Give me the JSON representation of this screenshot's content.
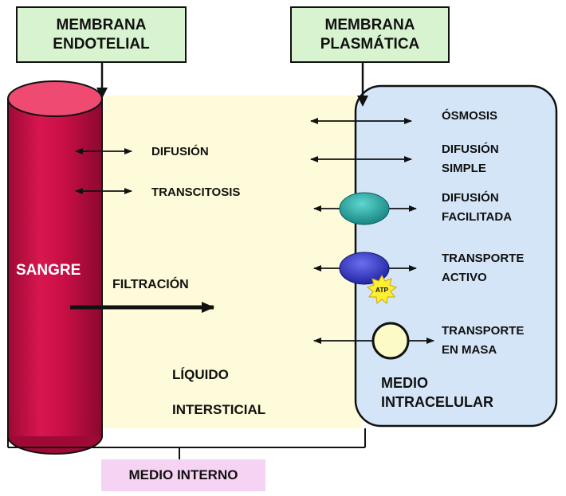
{
  "colors": {
    "membrane_box_bg": "#d8f3d0",
    "interstitial_bg": "#fdfbd9",
    "cell_bg": "#d3e5f7",
    "blood_vessel": "#cc0f45",
    "blood_vessel_top": "#ee4a72",
    "facilitated_carrier": "#1fa3a0",
    "active_pump": "#2b2ec9",
    "atp_burst": "#ffee33",
    "vesicle": "#fcfbc8",
    "medio_interno_bg": "#f6d2f3"
  },
  "membranes": {
    "endothelial": [
      "MEMBRANA",
      "ENDOTELIAL"
    ],
    "plasma": [
      "MEMBRANA",
      "PLASMÁTICA"
    ]
  },
  "blood": {
    "label": "SANGRE"
  },
  "endothelial_transport": {
    "diffusion": "DIFUSIÓN",
    "transcytosis": "TRANSCITOSIS",
    "filtration": "FILTRACIÓN"
  },
  "cell_transport": {
    "osmosis": "ÓSMOSIS",
    "simple_diffusion": [
      "DIFUSIÓN",
      "SIMPLE"
    ],
    "facilitated_diffusion": [
      "DIFUSIÓN",
      "FACILITADA"
    ],
    "active_transport": [
      "TRANSPORTE",
      "ACTIVO"
    ],
    "atp": "ATP",
    "bulk_transport": [
      "TRANSPORTE",
      "EN MASA"
    ]
  },
  "compartments": {
    "interstitial": [
      "LÍQUIDO",
      "INTERSTICIAL"
    ],
    "intracellular": [
      "MEDIO",
      "INTRACELULAR"
    ],
    "internal": "MEDIO INTERNO"
  }
}
